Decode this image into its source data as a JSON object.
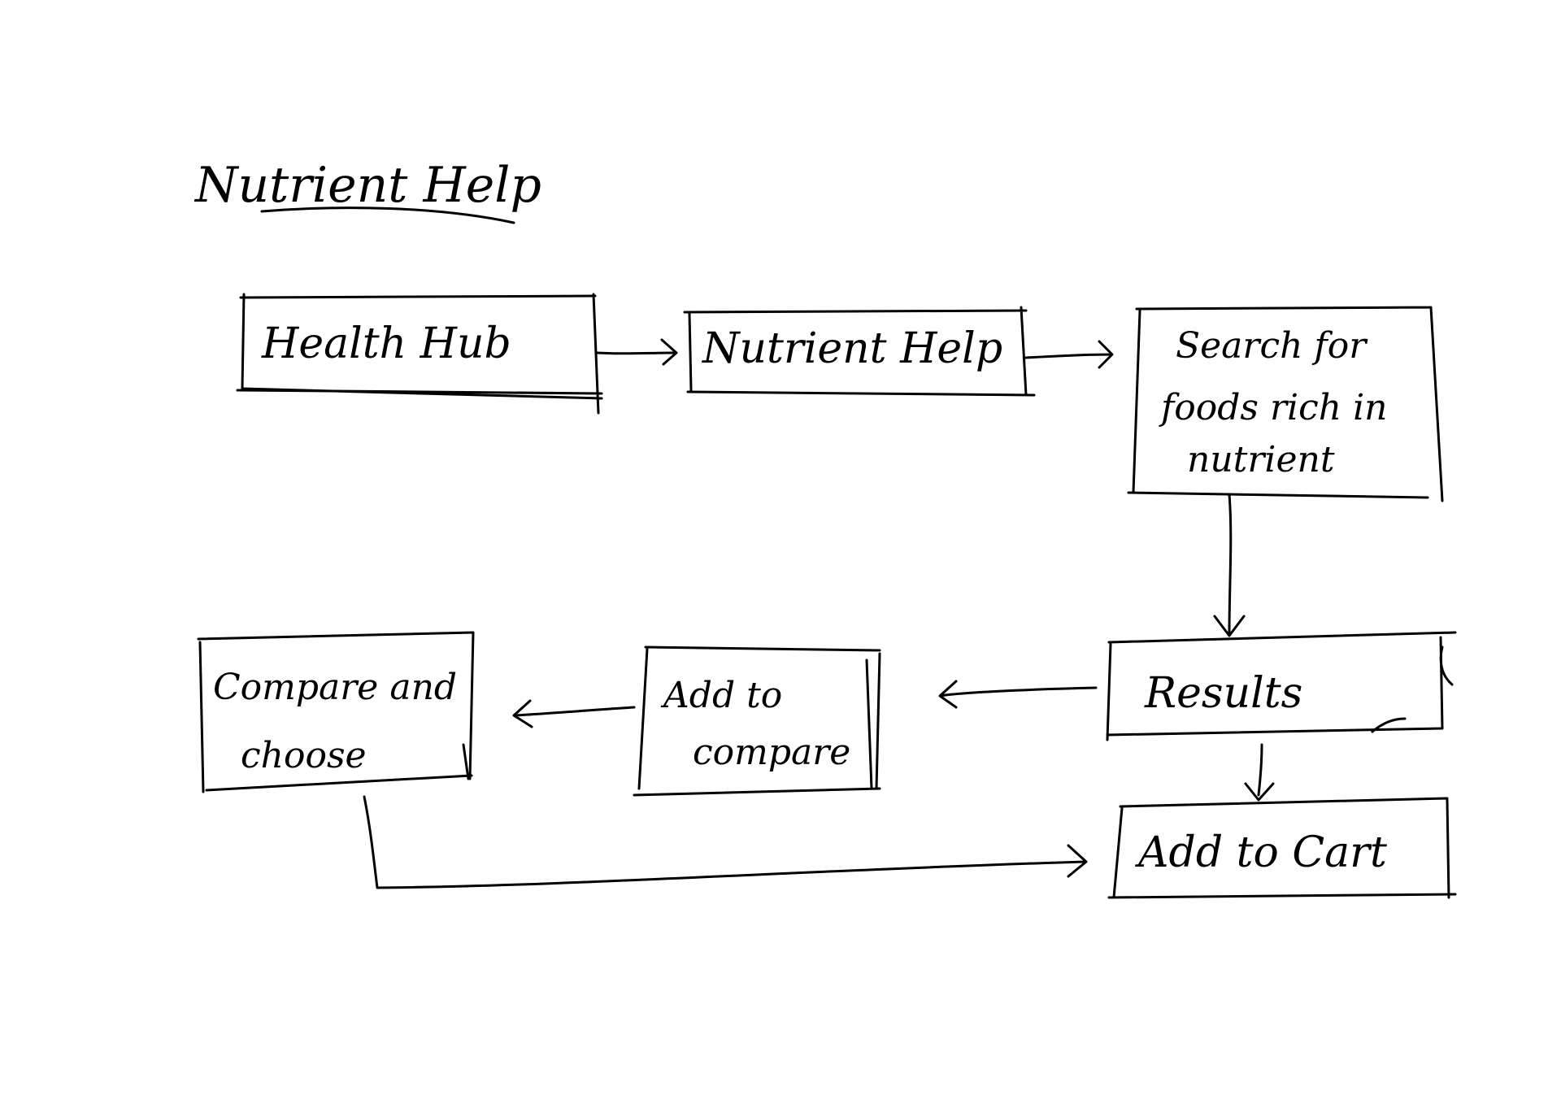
{
  "diagram": {
    "title": "Nutrient Help",
    "nodes": {
      "health_hub": {
        "label": "Health Hub"
      },
      "nutrient_help": {
        "label": "Nutrient Help"
      },
      "search": {
        "lines": [
          "Search for",
          "foods rich in",
          "nutrient"
        ]
      },
      "results": {
        "label": "Results"
      },
      "add_to_compare": {
        "lines": [
          "Add to",
          "compare"
        ]
      },
      "compare_choose": {
        "lines": [
          "Compare and",
          "choose"
        ]
      },
      "add_to_cart": {
        "label": "Add to Cart"
      }
    },
    "edges": [
      {
        "from": "health_hub",
        "to": "nutrient_help"
      },
      {
        "from": "nutrient_help",
        "to": "search"
      },
      {
        "from": "search",
        "to": "results"
      },
      {
        "from": "results",
        "to": "add_to_compare"
      },
      {
        "from": "add_to_compare",
        "to": "compare_choose"
      },
      {
        "from": "results",
        "to": "add_to_cart"
      },
      {
        "from": "compare_choose",
        "to": "add_to_cart"
      }
    ],
    "colors": {
      "ink": "#000000",
      "background": "#ffffff"
    }
  }
}
